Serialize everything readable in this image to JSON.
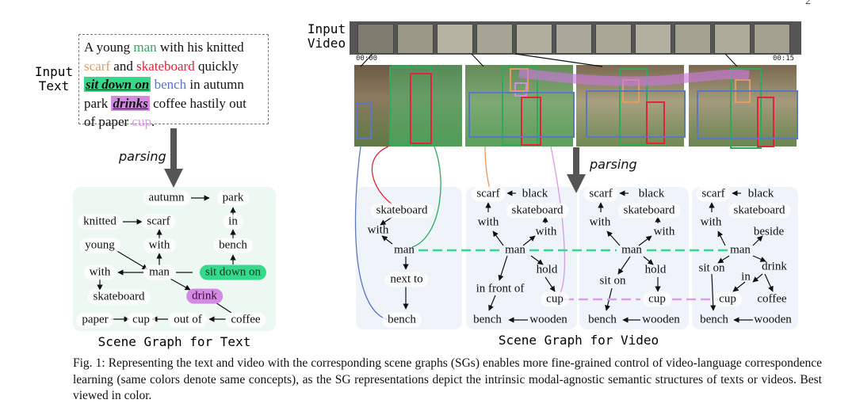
{
  "page_number": "2",
  "labels": {
    "input_text": "Input\nText",
    "input_video": "Input\nVideo",
    "parsing_text": "parsing",
    "parsing_video": "parsing",
    "sg_text_title": "Scene Graph for Text",
    "sg_video_title": "Scene Graph for Video"
  },
  "input_text": {
    "w1": "A young ",
    "man": "man",
    "w2": " with his knitted",
    "scarf": "scarf",
    "w3": " and ",
    "skateboard": "skateboard",
    "w4": " quickly",
    "sit_down_on": "sit down on",
    "bench": "bench",
    "w5": " in autumn",
    "w6": "park ",
    "drinks": "drinks",
    "w7": " coffee hastily out",
    "w8": "of paper ",
    "cup": "cup",
    "w9": "."
  },
  "video": {
    "t_start": "00:00",
    "t_end": "00:15"
  },
  "text_graph": {
    "autumn": "autumn",
    "park": "park",
    "knitted": "knitted",
    "scarf": "scarf",
    "in": "in",
    "young": "young",
    "with1": "with",
    "bench": "bench",
    "with2": "with",
    "man": "man",
    "sit_down_on": "sit down on",
    "skateboard": "skateboard",
    "drink": "drink",
    "paper": "paper",
    "cup": "cup",
    "out_of": "out of",
    "coffee": "coffee"
  },
  "video_graph_1": {
    "skateboard": "skateboard",
    "with": "with",
    "man": "man",
    "next_to": "next to",
    "bench": "bench"
  },
  "video_graph_2": {
    "scarf": "scarf",
    "black": "black",
    "skateboard": "skateboard",
    "with1": "with",
    "with2": "with",
    "man": "man",
    "hold": "hold",
    "in_front_of": "in front of",
    "cup": "cup",
    "bench": "bench",
    "wooden": "wooden"
  },
  "video_graph_3": {
    "scarf": "scarf",
    "black": "black",
    "skateboard": "skateboard",
    "with1": "with",
    "with2": "with",
    "man": "man",
    "sit_on": "sit on",
    "hold": "hold",
    "cup": "cup",
    "bench": "bench",
    "wooden": "wooden"
  },
  "video_graph_4": {
    "scarf": "scarf",
    "black": "black",
    "skateboard": "skateboard",
    "with": "with",
    "beside": "beside",
    "man": "man",
    "sit_on": "sit on",
    "drink": "drink",
    "in": "in",
    "coffee": "coffee",
    "cup": "cup",
    "bench": "bench",
    "wooden": "wooden"
  },
  "caption": "Fig. 1: Representing the text and video with the corresponding scene graphs (SGs) enables more fine-grained control of video-language correspondence learning (same colors denote same concepts), as the SG representations depict the intrinsic modal-agnostic semantic structures of texts or videos. Best viewed in color.",
  "colors": {
    "man": "#2faa5a",
    "scarf": "#e59a5e",
    "skateboard": "#e0243a",
    "bench": "#5a78c0",
    "cup": "#d89ae0",
    "highlight_green": "#36d98c",
    "highlight_pink": "#d48ae4"
  }
}
